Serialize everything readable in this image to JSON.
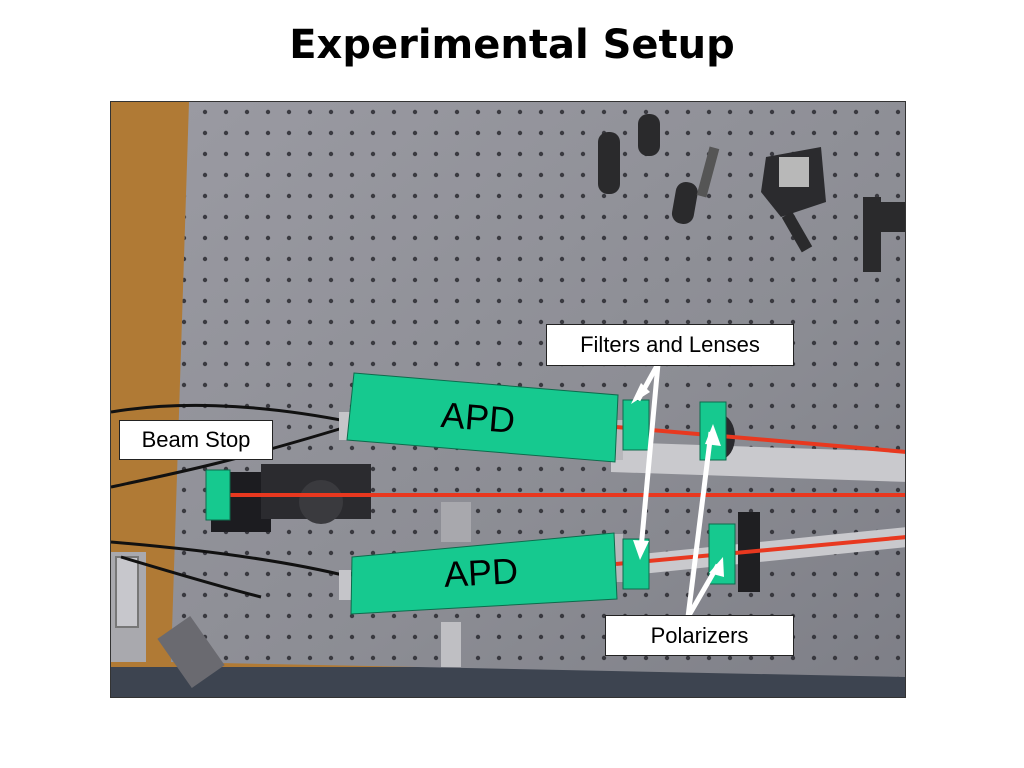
{
  "title": "Experimental Setup",
  "labels": {
    "filters_lenses": "Filters and Lenses",
    "beam_stop": "Beam Stop",
    "polarizers": "Polarizers",
    "apd_top": "APD",
    "apd_bottom": "APD"
  },
  "colors": {
    "component": "#16c98f",
    "beam": "#e8381f",
    "arrow": "#ffffff",
    "table": "#8f9097",
    "wood": "#b07a35"
  }
}
